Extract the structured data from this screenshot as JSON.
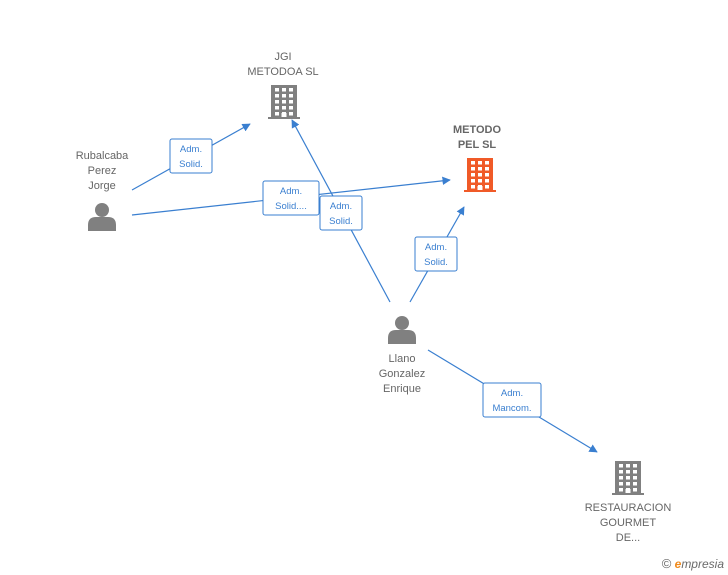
{
  "nodes": [
    {
      "id": "jgi",
      "type": "company",
      "lines": [
        "JGI",
        "METODOA  SL"
      ],
      "color": "#808080",
      "main": false
    },
    {
      "id": "metodo",
      "type": "company",
      "lines": [
        "METODO",
        "PEL  SL"
      ],
      "color": "#f05a28",
      "main": true
    },
    {
      "id": "rubalcaba",
      "type": "person",
      "lines": [
        "Rubalcaba",
        "Perez",
        "Jorge"
      ],
      "color": "#808080",
      "main": false
    },
    {
      "id": "llano",
      "type": "person",
      "lines": [
        "Llano",
        "Gonzalez",
        "Enrique"
      ],
      "color": "#808080",
      "main": false
    },
    {
      "id": "restauracion",
      "type": "company",
      "lines": [
        "RESTAURACION",
        "GOURMET",
        "DE..."
      ],
      "color": "#808080",
      "main": false
    }
  ],
  "edges": [
    {
      "from": "rubalcaba",
      "to": "jgi",
      "label": [
        "Adm.",
        "Solid."
      ]
    },
    {
      "from": "rubalcaba",
      "to": "metodo",
      "label": [
        "Adm.",
        "Solid...."
      ]
    },
    {
      "from": "llano",
      "to": "jgi",
      "label": [
        "Adm.",
        "Solid."
      ]
    },
    {
      "from": "llano",
      "to": "metodo",
      "label": [
        "Adm.",
        "Solid."
      ]
    },
    {
      "from": "llano",
      "to": "restauracion",
      "label": [
        "Adm.",
        "Mancom."
      ]
    }
  ],
  "brand": {
    "copyright": "©",
    "e": "e",
    "rest": "mpresia"
  },
  "colors": {
    "edge": "#3a7fd0",
    "main_company": "#f05a28",
    "company": "#808080",
    "person": "#808080"
  }
}
